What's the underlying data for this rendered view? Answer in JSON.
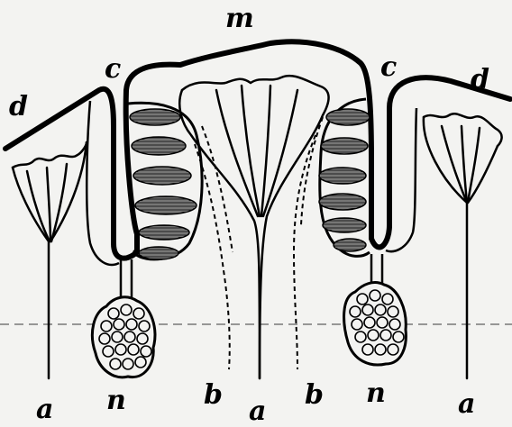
{
  "labels": {
    "m": "m",
    "c_left": "c",
    "c_right": "c",
    "d_left": "d",
    "d_right": "d",
    "a_left": "a",
    "a_center": "a",
    "a_right": "a",
    "n_left": "n",
    "n_right": "n",
    "b_left": "b",
    "b_right": "b"
  },
  "colors": {
    "ink": "#000000",
    "paper": "#f3f3f1",
    "hatch": "#444444"
  }
}
